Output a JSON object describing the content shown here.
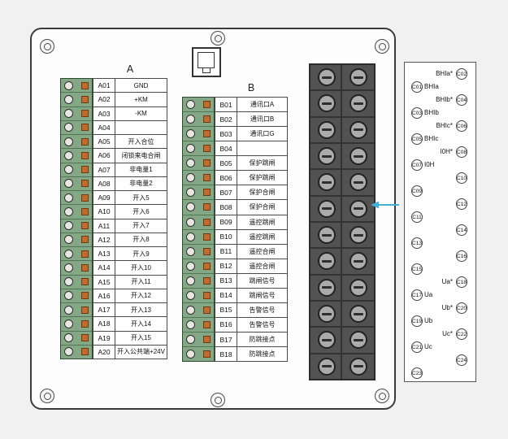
{
  "colors": {
    "bg": "#f1f1f1",
    "green": "#84a886",
    "orange": "#c06a2e",
    "arrow": "#45b0d5",
    "block-dark": "#525252"
  },
  "blockA": {
    "header": "A",
    "rows": [
      {
        "id": "A01",
        "label": "GND"
      },
      {
        "id": "A02",
        "label": "+KM"
      },
      {
        "id": "A03",
        "label": "-KM"
      },
      {
        "id": "A04",
        "label": ""
      },
      {
        "id": "A05",
        "label": "开入合位"
      },
      {
        "id": "A06",
        "label": "闭锁来电合闸"
      },
      {
        "id": "A07",
        "label": "非电量1"
      },
      {
        "id": "A08",
        "label": "非电量2"
      },
      {
        "id": "A09",
        "label": "开入5"
      },
      {
        "id": "A10",
        "label": "开入6"
      },
      {
        "id": "A11",
        "label": "开入7"
      },
      {
        "id": "A12",
        "label": "开入8"
      },
      {
        "id": "A13",
        "label": "开入9"
      },
      {
        "id": "A14",
        "label": "开入10"
      },
      {
        "id": "A15",
        "label": "开入11"
      },
      {
        "id": "A16",
        "label": "开入12"
      },
      {
        "id": "A17",
        "label": "开入13"
      },
      {
        "id": "A18",
        "label": "开入14"
      },
      {
        "id": "A19",
        "label": "开入15"
      },
      {
        "id": "A20",
        "label": "开入公共端+24V"
      }
    ]
  },
  "blockB": {
    "header": "B",
    "rows": [
      {
        "id": "B01",
        "label": "通讯口A"
      },
      {
        "id": "B02",
        "label": "通讯口B"
      },
      {
        "id": "B03",
        "label": "通讯口G"
      },
      {
        "id": "B04",
        "label": ""
      },
      {
        "id": "B05",
        "label": "保护跳闸"
      },
      {
        "id": "B06",
        "label": "保护跳闸"
      },
      {
        "id": "B07",
        "label": "保护合闸"
      },
      {
        "id": "B08",
        "label": "保护合闸"
      },
      {
        "id": "B09",
        "label": "遥控跳闸"
      },
      {
        "id": "B10",
        "label": "遥控跳闸"
      },
      {
        "id": "B11",
        "label": "遥控合闸"
      },
      {
        "id": "B12",
        "label": "遥控合闸"
      },
      {
        "id": "B13",
        "label": "跳闸信号"
      },
      {
        "id": "B14",
        "label": "跳闸信号"
      },
      {
        "id": "B15",
        "label": "告警信号"
      },
      {
        "id": "B16",
        "label": "告警信号"
      },
      {
        "id": "B17",
        "label": "防跳接点"
      },
      {
        "id": "B18",
        "label": "防跳接点"
      }
    ]
  },
  "screwBlock": {
    "rows": 12,
    "columns": 2
  },
  "blockC": {
    "left": [
      {
        "id": "C01",
        "label": "BHIa"
      },
      {
        "id": "C03",
        "label": "BHIb"
      },
      {
        "id": "C05",
        "label": "BHIc"
      },
      {
        "id": "C07",
        "label": "I0H"
      },
      {
        "id": "C09",
        "label": ""
      },
      {
        "id": "C11",
        "label": ""
      },
      {
        "id": "C13",
        "label": ""
      },
      {
        "id": "C15",
        "label": ""
      },
      {
        "id": "C17",
        "label": "Ua"
      },
      {
        "id": "C19",
        "label": "Ub"
      },
      {
        "id": "C21",
        "label": "Uc"
      },
      {
        "id": "C23",
        "label": ""
      }
    ],
    "right": [
      {
        "id": "C02",
        "label": "BHIa*"
      },
      {
        "id": "C04",
        "label": "BHIb*"
      },
      {
        "id": "C06",
        "label": "BHIc*"
      },
      {
        "id": "C08",
        "label": "I0H*"
      },
      {
        "id": "C10",
        "label": ""
      },
      {
        "id": "C12",
        "label": ""
      },
      {
        "id": "C14",
        "label": ""
      },
      {
        "id": "C16",
        "label": ""
      },
      {
        "id": "C18",
        "label": "Ua*"
      },
      {
        "id": "C20",
        "label": "Ub*"
      },
      {
        "id": "C22",
        "label": "Uc*"
      },
      {
        "id": "C24",
        "label": ""
      }
    ]
  }
}
